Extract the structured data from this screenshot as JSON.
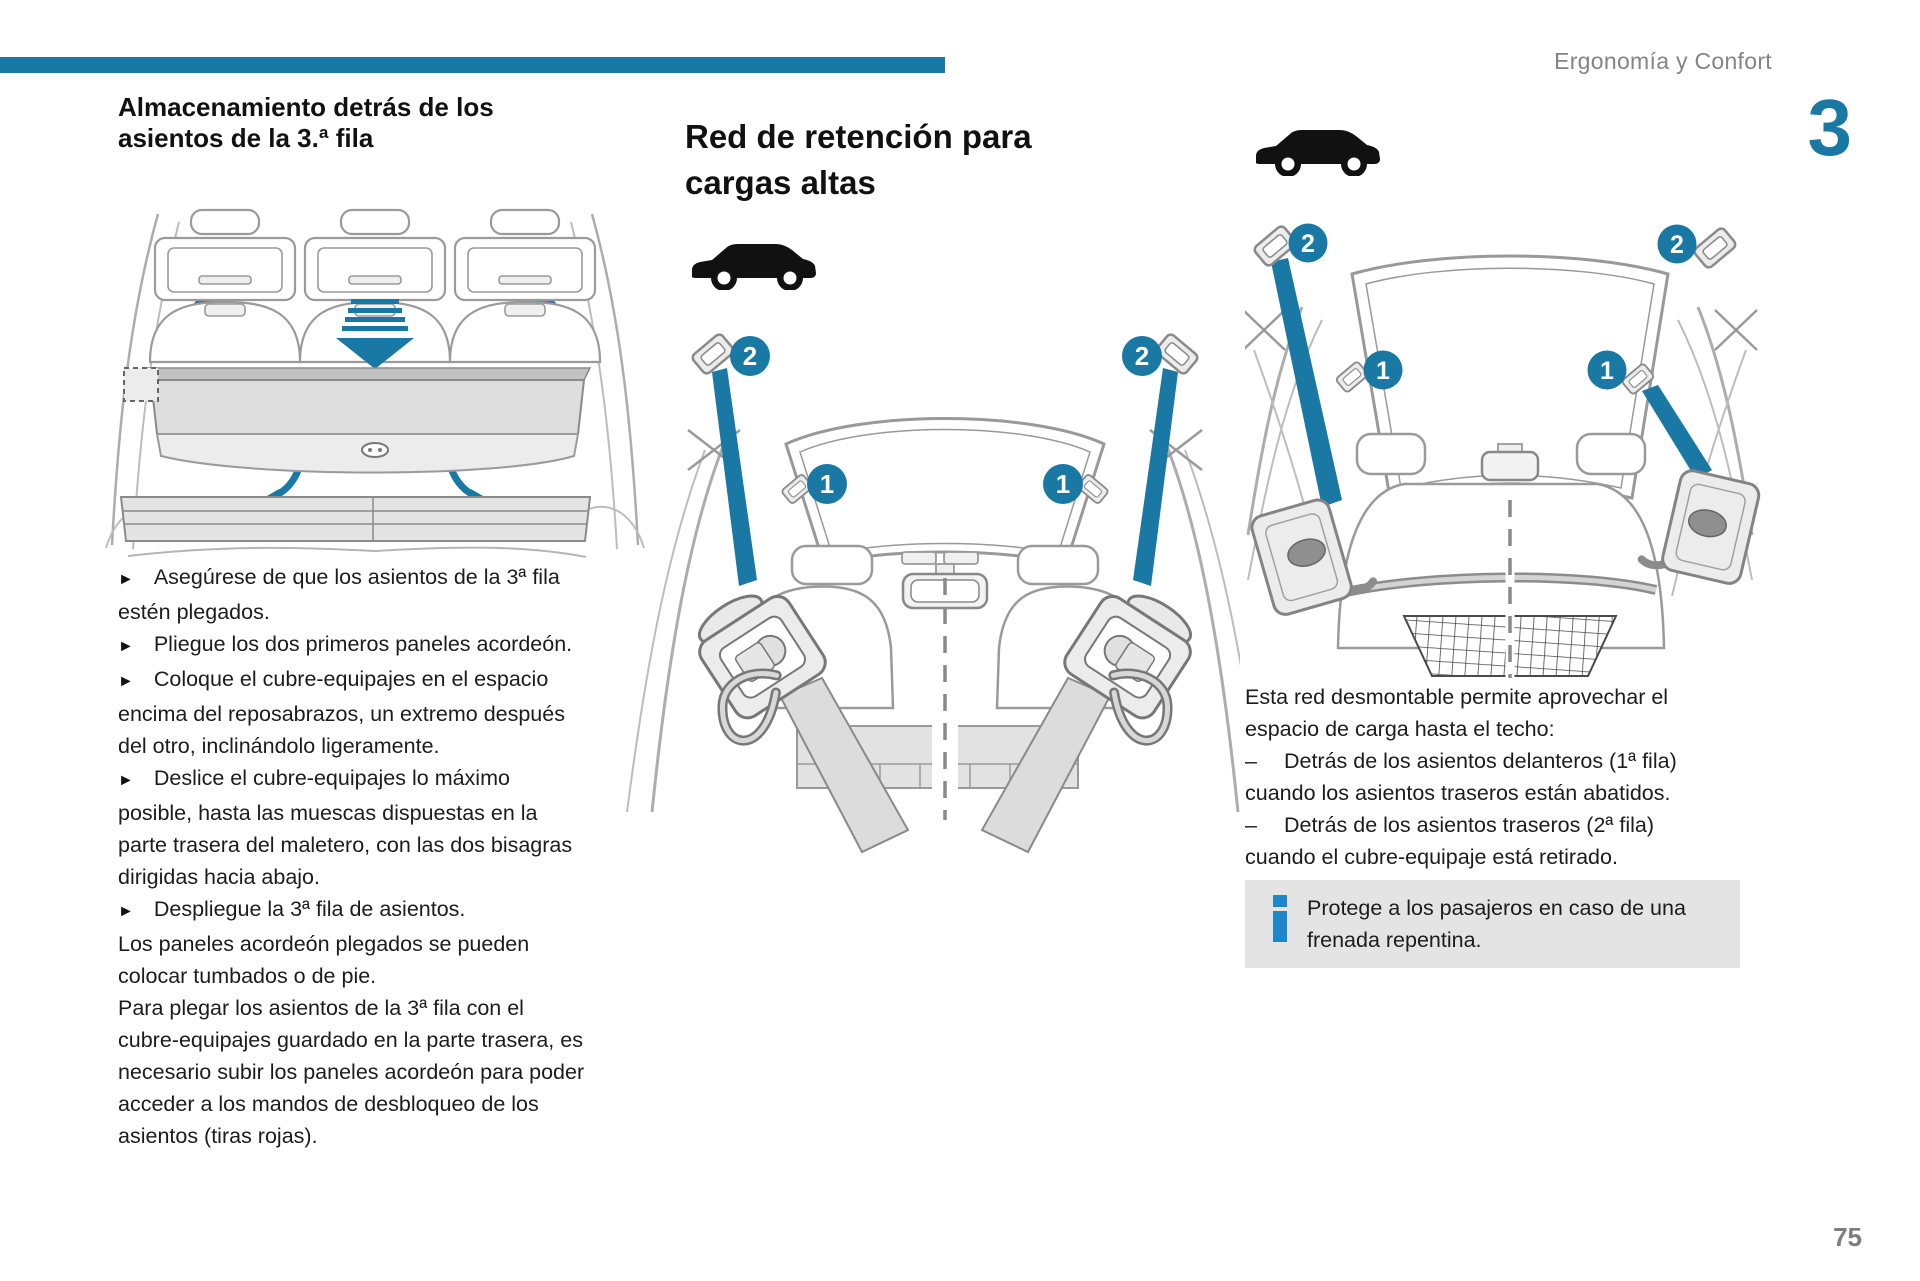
{
  "colors": {
    "accent": "#1a79a4",
    "info_blue": "#1d87c9",
    "infobox_bg": "#e4e4e4"
  },
  "header": {
    "section_title": "Ergonomía y Confort",
    "chapter_number": "3"
  },
  "footer": {
    "page_number": "75"
  },
  "left_column": {
    "heading": "Almacenamiento detrás de los\nasientos de la 3.ª fila",
    "paragraphs": [
      {
        "marker": "►",
        "text": "Asegúrese de que los asientos de la 3ª fila\nestén plegados."
      },
      {
        "marker": "►",
        "text": "Pliegue los dos primeros paneles acordeón."
      },
      {
        "marker": "►",
        "text": "Coloque el cubre-equipajes en el espacio\nencima del reposabrazos, un extremo después\ndel otro, inclinándolo ligeramente."
      },
      {
        "marker": "►",
        "text": "Deslice el cubre-equipajes lo máximo\nposible, hasta las muescas dispuestas en la\nparte trasera del maletero, con las dos bisagras\ndirigidas hacia abajo."
      },
      {
        "marker": "►",
        "text": "Despliegue la 3ª fila de asientos."
      },
      {
        "marker": "",
        "text": "Los paneles acordeón plegados se pueden\ncolocar tumbados o de pie."
      },
      {
        "marker": "",
        "text": "Para plegar los asientos de la 3ª fila con el\ncubre-equipajes guardado en la parte trasera, es\nnecesario subir los paneles acordeón para poder\nacceder a los mandos de desbloqueo de los\nasientos (tiras rojas)."
      }
    ]
  },
  "middle_column": {
    "heading": "Red de retención para\ncargas altas",
    "badges": {
      "one": "1",
      "two": "2"
    }
  },
  "right_column": {
    "paragraphs": [
      {
        "marker": "",
        "text": "Esta red desmontable permite aprovechar el\nespacio de carga hasta el techo:"
      },
      {
        "marker": "–",
        "text": "Detrás de los asientos delanteros (1ª fila)\ncuando los asientos traseros están abatidos."
      },
      {
        "marker": "–",
        "text": "Detrás de los asientos traseros (2ª fila)\ncuando el cubre-equipaje está retirado."
      }
    ],
    "info_box": {
      "text": "Protege a los pasajeros en caso de una\nfrenada repentina."
    },
    "badges": {
      "one": "1",
      "two": "2"
    }
  }
}
